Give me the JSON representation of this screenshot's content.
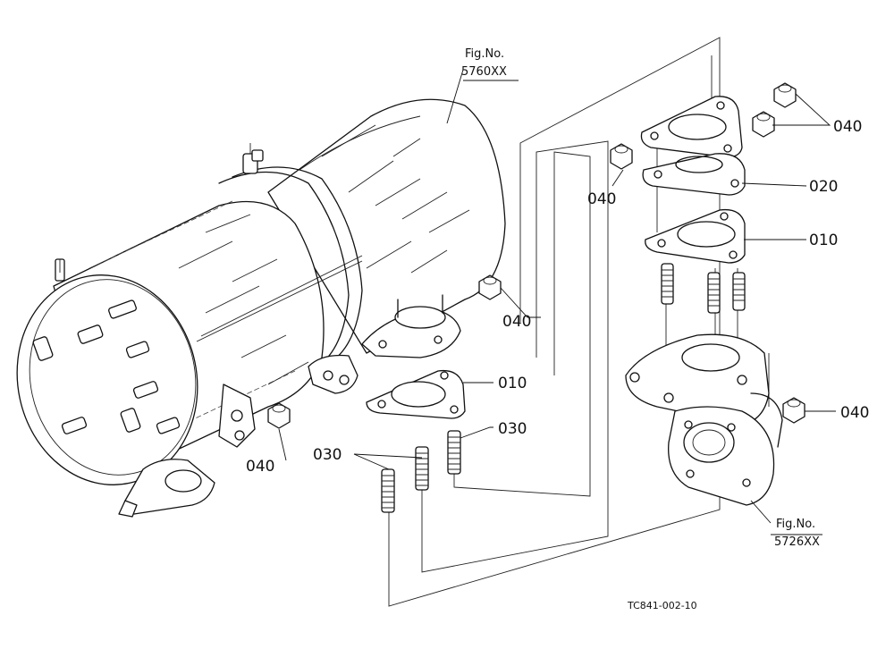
{
  "callouts": {
    "c040_top_right": "040",
    "c020": "020",
    "c010_right": "010",
    "c040_mid_right": "040",
    "c040_upper_mid": "040",
    "c040_center": "040",
    "c010_center": "010",
    "c030_right": "030",
    "c030_left": "030",
    "c040_bottom_left": "040"
  },
  "figure_refs": {
    "muffler": {
      "label": "Fig.No.",
      "number": "5760XX"
    },
    "manifold": {
      "label": "Fig.No.",
      "number": "5726XX"
    }
  },
  "drawing_code": "TC841-002-10"
}
